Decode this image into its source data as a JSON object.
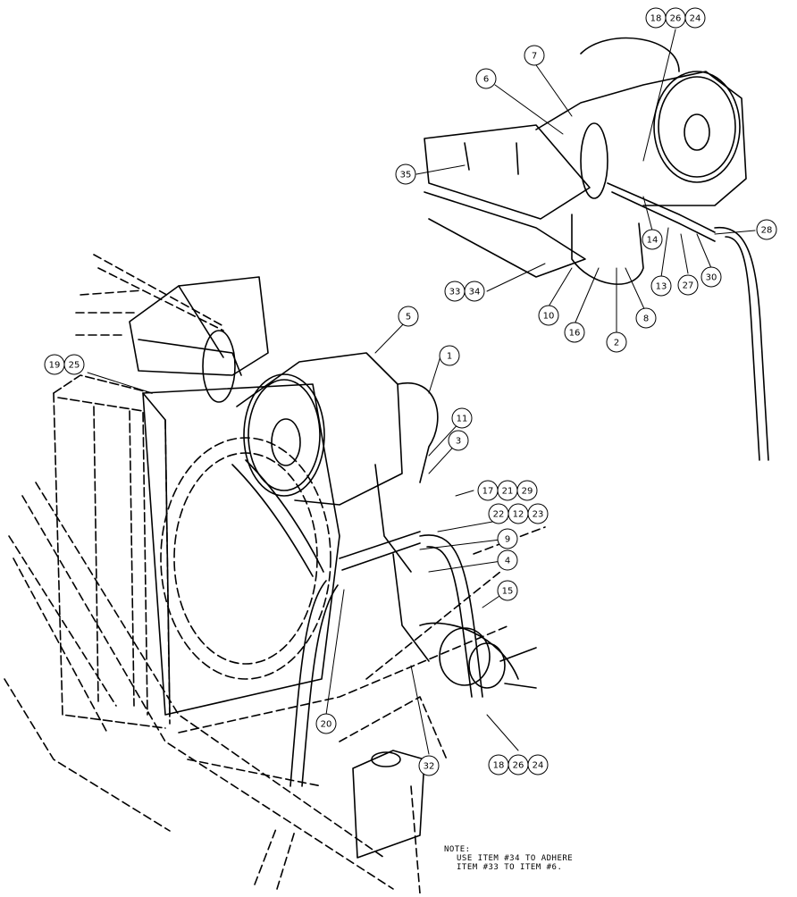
{
  "callouts": [
    {
      "id": "c18a",
      "labels": [
        "18",
        "26",
        "24"
      ]
    },
    {
      "id": "c7",
      "labels": [
        "7"
      ]
    },
    {
      "id": "c6",
      "labels": [
        "6"
      ]
    },
    {
      "id": "c35",
      "labels": [
        "35"
      ]
    },
    {
      "id": "c28",
      "labels": [
        "28"
      ]
    },
    {
      "id": "c14",
      "labels": [
        "14"
      ]
    },
    {
      "id": "c13",
      "labels": [
        "13"
      ]
    },
    {
      "id": "c27",
      "labels": [
        "27"
      ]
    },
    {
      "id": "c30",
      "labels": [
        "30"
      ]
    },
    {
      "id": "c3334",
      "labels": [
        "33",
        "34"
      ]
    },
    {
      "id": "c10",
      "labels": [
        "10"
      ]
    },
    {
      "id": "c16",
      "labels": [
        "16"
      ]
    },
    {
      "id": "c2",
      "labels": [
        "2"
      ]
    },
    {
      "id": "c8",
      "labels": [
        "8"
      ]
    },
    {
      "id": "c5",
      "labels": [
        "5"
      ]
    },
    {
      "id": "c1",
      "labels": [
        "1"
      ]
    },
    {
      "id": "c1925",
      "labels": [
        "19",
        "25"
      ]
    },
    {
      "id": "c11",
      "labels": [
        "11"
      ]
    },
    {
      "id": "c3",
      "labels": [
        "3"
      ]
    },
    {
      "id": "c172129",
      "labels": [
        "17",
        "21",
        "29"
      ]
    },
    {
      "id": "c221223",
      "labels": [
        "22",
        "12",
        "23"
      ]
    },
    {
      "id": "c9",
      "labels": [
        "9"
      ]
    },
    {
      "id": "c4",
      "labels": [
        "4"
      ]
    },
    {
      "id": "c15",
      "labels": [
        "15"
      ]
    },
    {
      "id": "c20",
      "labels": [
        "20"
      ]
    },
    {
      "id": "c32",
      "labels": [
        "32"
      ]
    },
    {
      "id": "c18b",
      "labels": [
        "18",
        "26",
        "24"
      ]
    }
  ],
  "note": {
    "heading": "NOTE:",
    "line1": "USE ITEM #34 TO ADHERE",
    "line2": "ITEM #33 TO ITEM #6."
  }
}
